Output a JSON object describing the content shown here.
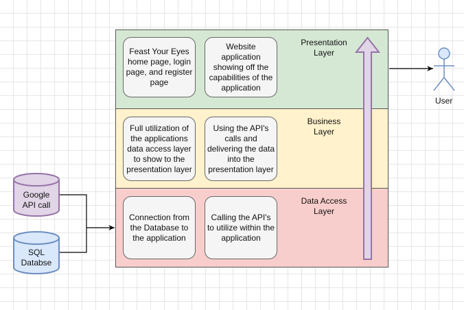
{
  "layers": {
    "presentation": {
      "title": "Presentation\nLayer",
      "fill": "#d5e8d4",
      "boxes": [
        "Feast Your Eyes home page, login page, and register page",
        "Website application showing off the capabilities of the application"
      ]
    },
    "business": {
      "title": "Business\nLayer",
      "fill": "#fff2cc",
      "boxes": [
        "Full utilization of the applications data access layer to show to the presentation layer",
        "Using the API's calls and delivering the data into the presentation layer"
      ]
    },
    "data_access": {
      "title": "Data Access\nLayer",
      "fill": "#f8cecc",
      "boxes": [
        "Connection from the Database to the application",
        "Calling the API's to utilize within the application"
      ]
    }
  },
  "sources": {
    "google": {
      "label": "Google\nAPI call",
      "fill": "#e1d5e7",
      "stroke": "#9673a6"
    },
    "sql": {
      "label": "SQL\nDatabse",
      "fill": "#dae8fc",
      "stroke": "#6c8ebf"
    }
  },
  "arrow": {
    "fill": "#e1d5e7",
    "stroke": "#9673a6"
  },
  "actor": {
    "label": "User",
    "fill": "#dae8fc",
    "stroke": "#6c8ebf"
  }
}
